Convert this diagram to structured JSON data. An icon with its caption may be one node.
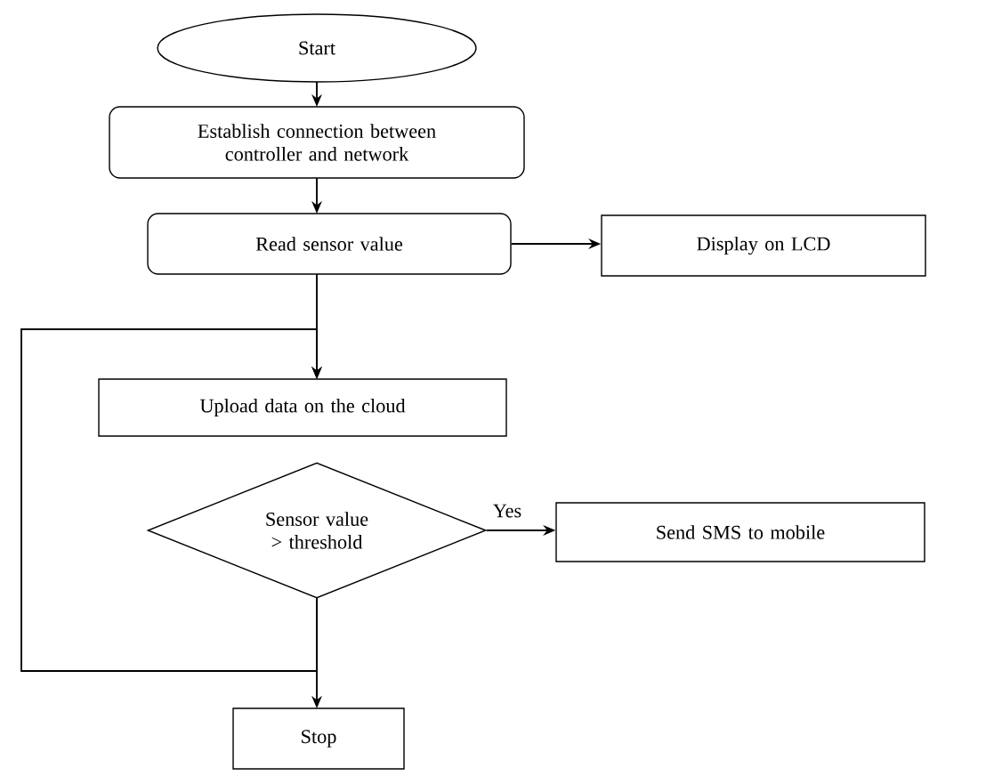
{
  "diagram": {
    "nodes": [
      {
        "text": [
          "Start"
        ]
      },
      {
        "text": [
          "Establish connection between controller and network"
        ]
      },
      {
        "text": [
          "Read sensor value"
        ]
      },
      {
        "text": [
          "Display on LCD"
        ]
      },
      {
        "text": [
          "Upload data on the cloud"
        ]
      },
      {
        "text": [
          "Sensor value > threshold"
        ]
      },
      {
        "text": [
          "Send SMS to mobile"
        ]
      },
      {
        "text": [
          "Stop"
        ]
      }
    ],
    "edges": [
      {
        "from": 0,
        "to": 1,
        "arrow": "to"
      },
      {
        "from": 1,
        "to": 2,
        "arrow": "to"
      },
      {
        "from": 2,
        "to": 3,
        "arrow": "to"
      },
      {
        "from": 2,
        "to": 4,
        "arrow": "to"
      },
      {
        "from": 5,
        "to": 6,
        "arrow": "to",
        "label": "Yes"
      },
      {
        "from": 5,
        "to": 7,
        "arrow": "to"
      },
      {
        "from": 5,
        "to": 4,
        "arrow": "to"
      }
    ]
  }
}
